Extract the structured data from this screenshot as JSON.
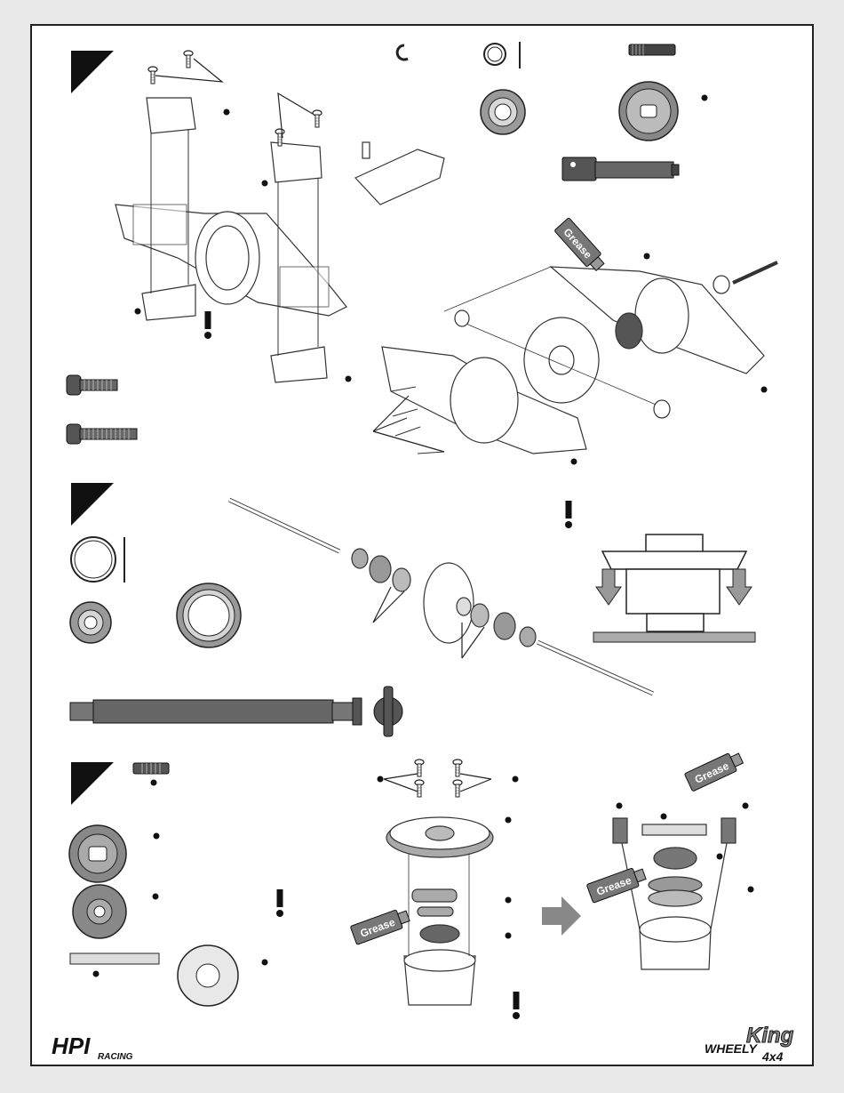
{
  "grease_label": "Grease",
  "logos": {
    "hpi": "HPI",
    "racing": "RACING",
    "wheely": "WHEELY",
    "king": "King",
    "suffix": "4x4"
  }
}
